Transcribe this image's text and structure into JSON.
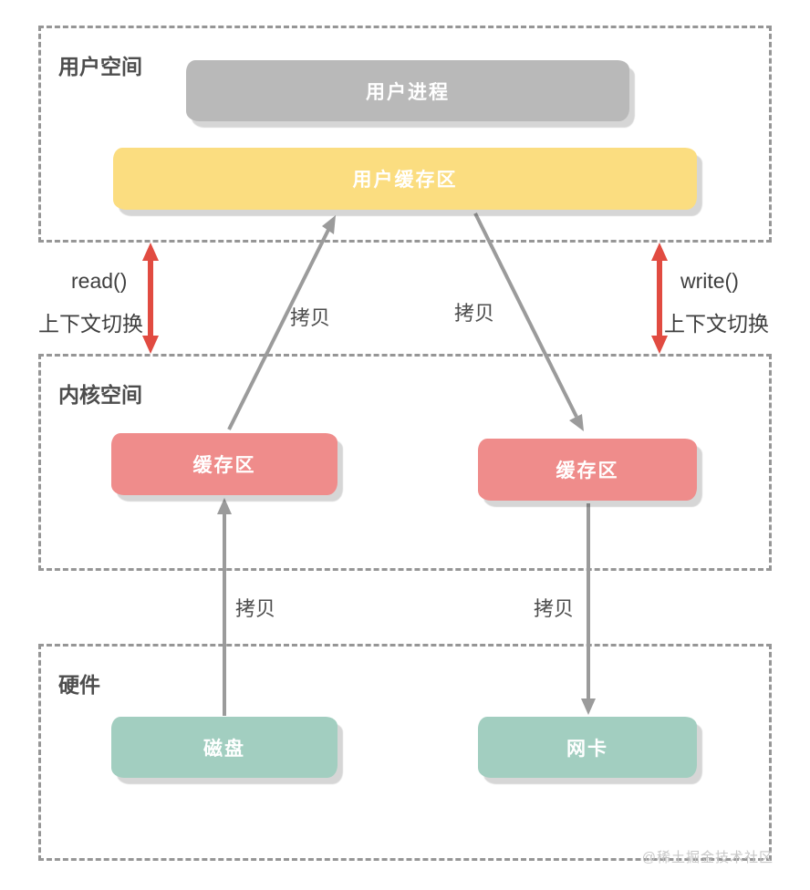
{
  "sections": {
    "user_space": "用户空间",
    "kernel_space": "内核空间",
    "hardware": "硬件"
  },
  "nodes": {
    "user_process": "用户进程",
    "user_buffer": "用户缓存区",
    "kernel_buffer_left": "缓存区",
    "kernel_buffer_right": "缓存区",
    "disk": "磁盘",
    "nic": "网卡"
  },
  "edges": {
    "read_call": "read()",
    "read_context_switch": "上下文切换",
    "write_call": "write()",
    "write_context_switch": "上下文切换",
    "copy_read_to_user": "拷贝",
    "copy_write_to_kernel": "拷贝",
    "copy_disk_to_kernel": "拷贝",
    "copy_kernel_to_nic": "拷贝"
  },
  "watermark": "@稀土掘金技术社区",
  "colors": {
    "user_process_box": "#b9b9b9",
    "user_buffer_box": "#fbdd80",
    "kernel_buffer_box": "#ef8c8b",
    "hardware_box": "#a2cec0",
    "copy_arrow": "#9b9b9b",
    "context_switch_arrow": "#e14b41",
    "dashed_border": "#969696"
  }
}
